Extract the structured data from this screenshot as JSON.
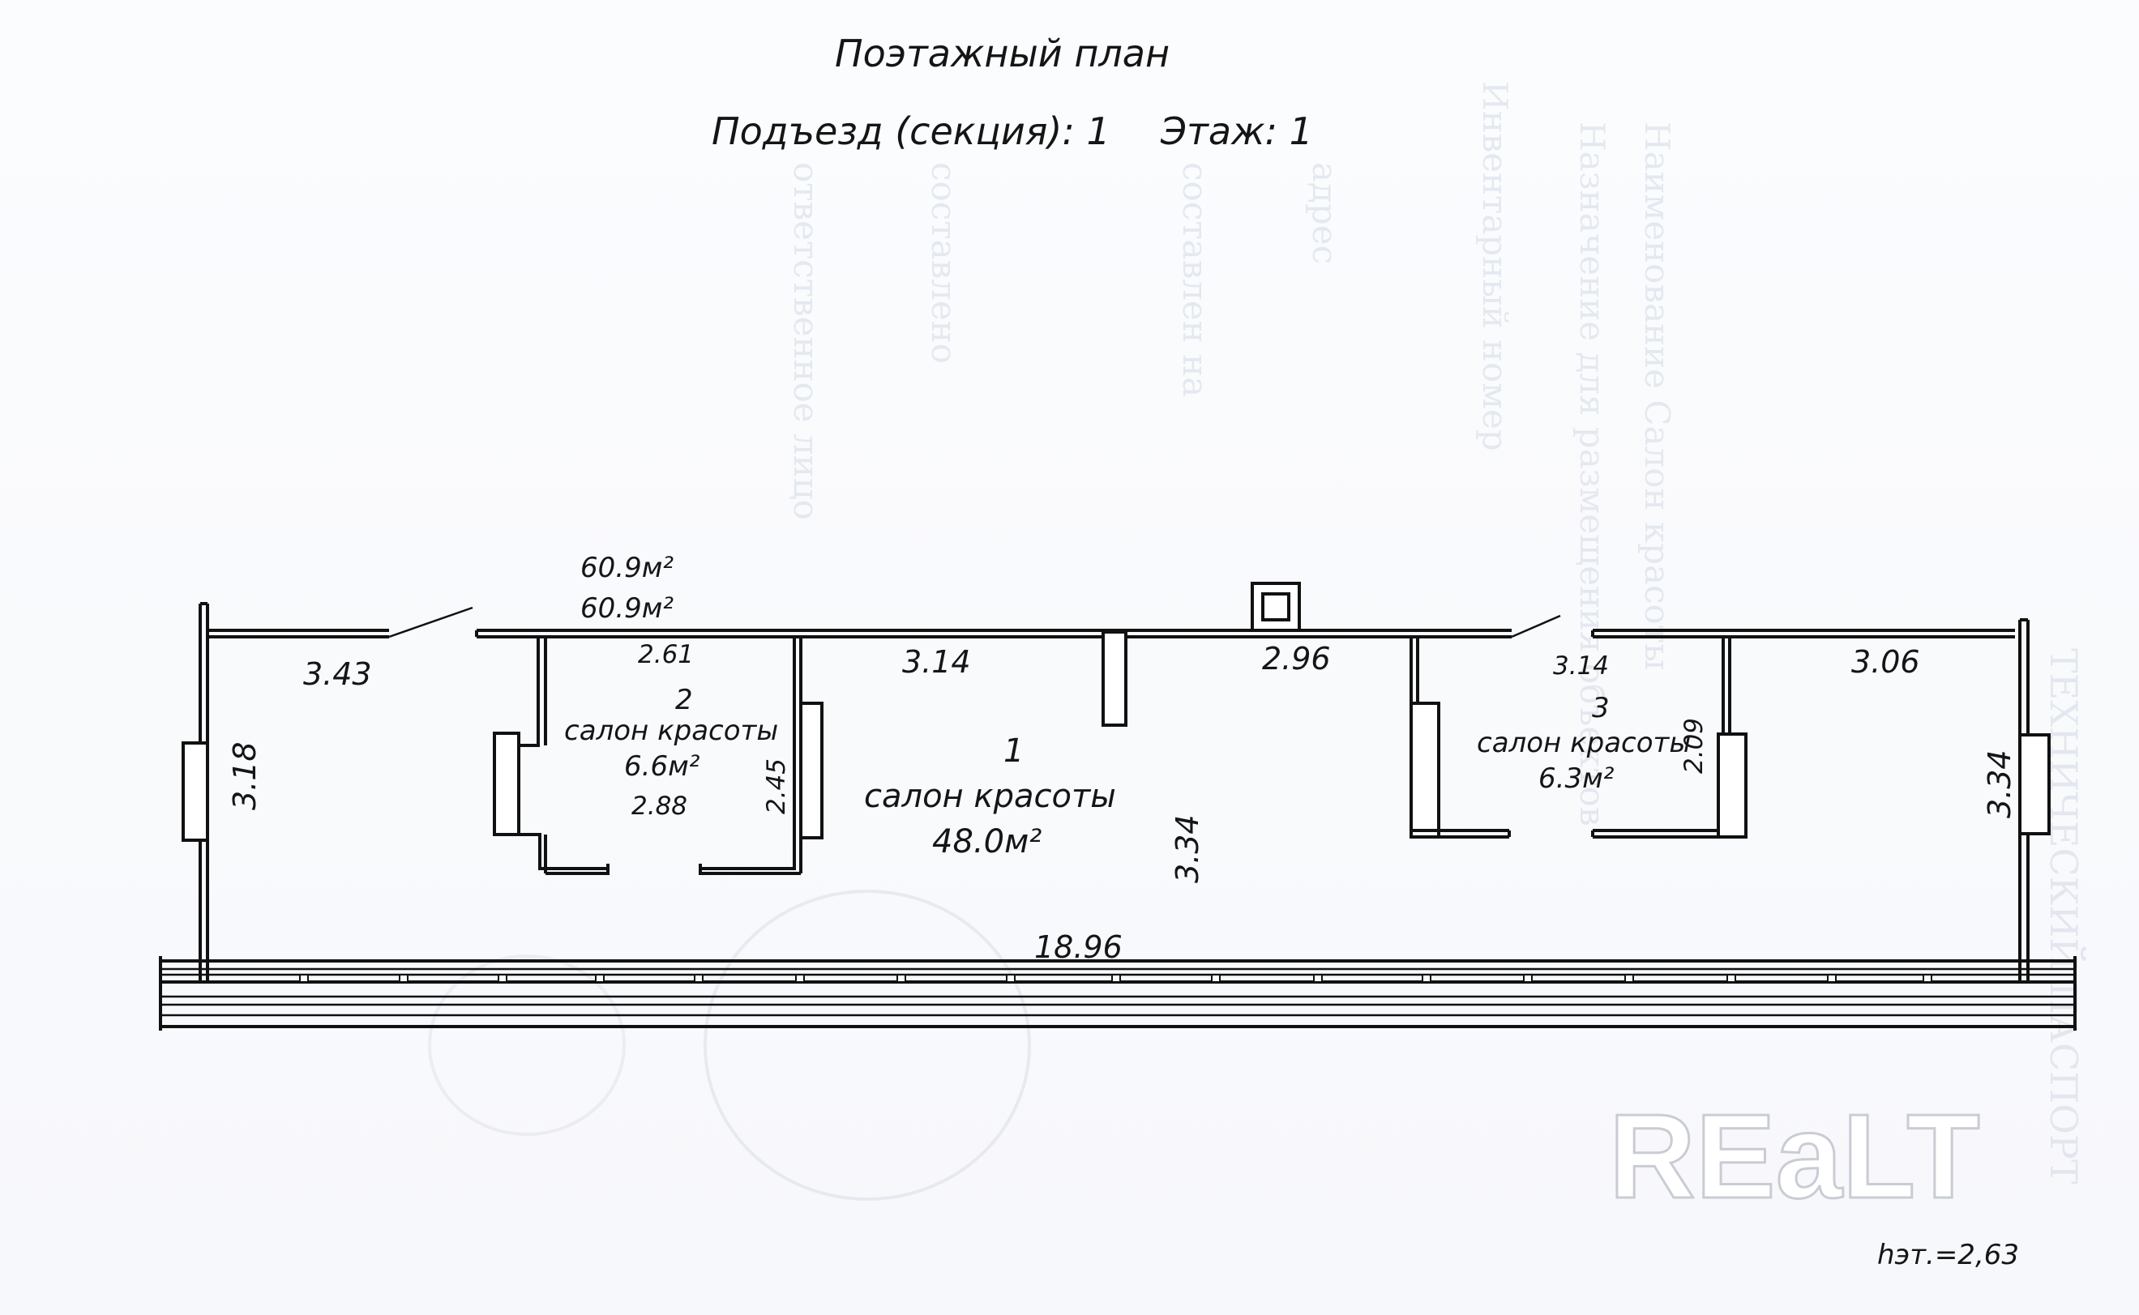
{
  "header": {
    "title": "Поэтажный план",
    "entrance": "Подъезд (секция): 1",
    "floor": "Этаж: 1"
  },
  "totals": {
    "area_total": "60.9м²",
    "area_living": "60.9м²"
  },
  "rooms": [
    {
      "number": "1",
      "name": "салон красоты",
      "area": "48.0м²"
    },
    {
      "number": "2",
      "name": "салон красоты",
      "area": "6.6м²"
    },
    {
      "number": "3",
      "name": "салон красоты",
      "area": "6.3м²"
    }
  ],
  "dimensions": {
    "left_top_width": "3.43",
    "left_height": "3.18",
    "room2_width": "2.61",
    "room2_depth": "2.88",
    "room2_height": "2.45",
    "room1_width_left": "3.14",
    "room1_width_right": "2.96",
    "room1_height": "3.34",
    "room3_width": "3.14",
    "room3_height": "2.09",
    "right_top_width": "3.06",
    "right_height": "3.34",
    "overall_length": "18.96"
  },
  "ceiling_height": "hэт.=2,63",
  "watermark": "REaLT",
  "colors": {
    "ink": "#111111",
    "paper": "#fbfcfe",
    "watermark_fill": "#ffffff"
  }
}
